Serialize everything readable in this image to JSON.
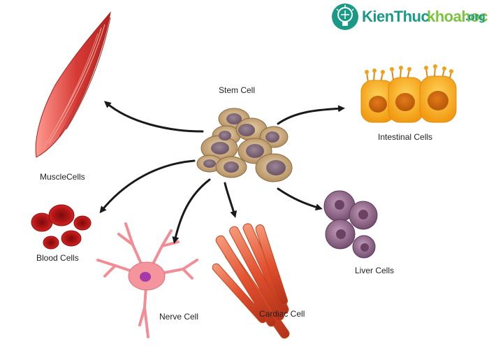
{
  "labels": {
    "stem": "Stem Cell",
    "muscle": "MuscleCells",
    "intestinal": "Intestinal Cells",
    "blood": "Blood Cells",
    "liver": "Liver Cells",
    "nerve": "Nerve Cell",
    "cardiac": "Cardiac Cell"
  },
  "logo": {
    "part1": "KienThuc",
    "part2": "khoahoc",
    "part3": ".org"
  },
  "colors": {
    "logo_teal": "#1a9a86",
    "logo_green": "#7ec241",
    "arrow": "#1a1a1a",
    "muscle": "#d8403e",
    "blood": "#c01b1b",
    "intestinal": "#f4a81d",
    "liver": "#8c6284",
    "nerve": "#f28d96",
    "cardiac": "#e05a3b",
    "stem": "#bc9868"
  }
}
